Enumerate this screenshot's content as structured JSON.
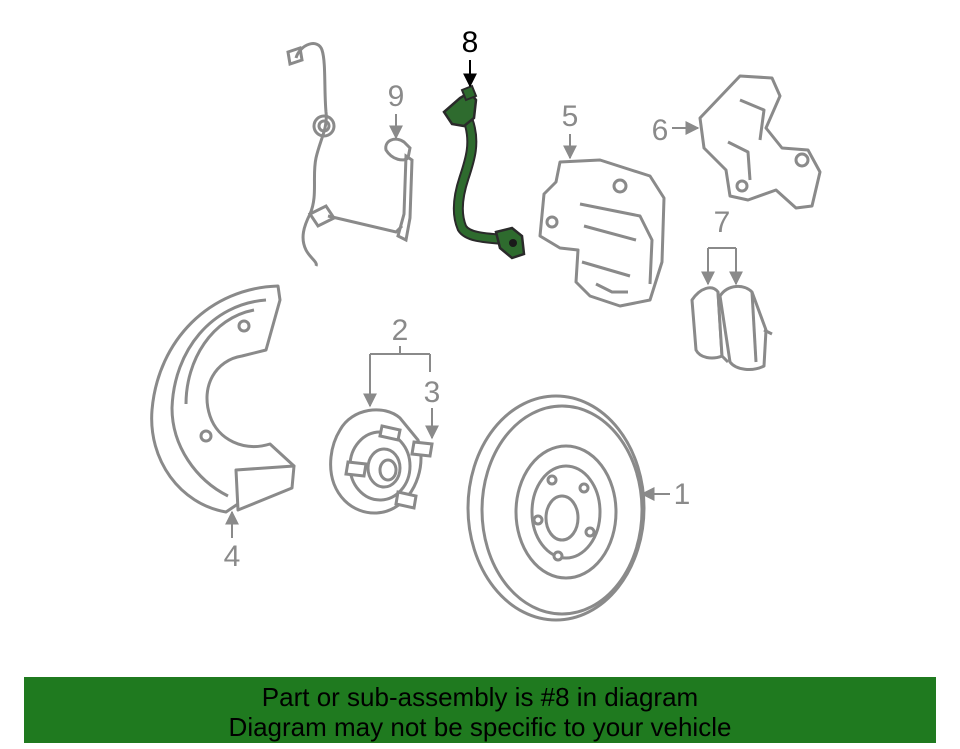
{
  "diagram": {
    "highlight_color": "#2e6b2e",
    "line_color": "#8a8a8a",
    "callouts": [
      {
        "id": "1",
        "label": "1",
        "part": "brake-rotor"
      },
      {
        "id": "2",
        "label": "2",
        "part": "wheel-hub"
      },
      {
        "id": "3",
        "label": "3",
        "part": "wheel-stud"
      },
      {
        "id": "4",
        "label": "4",
        "part": "splash-shield"
      },
      {
        "id": "5",
        "label": "5",
        "part": "brake-caliper"
      },
      {
        "id": "6",
        "label": "6",
        "part": "caliper-bracket"
      },
      {
        "id": "7",
        "label": "7",
        "part": "brake-pads"
      },
      {
        "id": "8",
        "label": "8",
        "part": "brake-hose",
        "highlighted": true
      },
      {
        "id": "9",
        "label": "9",
        "part": "abs-sensor-bracket"
      }
    ]
  },
  "banner": {
    "background": "#1f7a1f",
    "line1": "Part or sub-assembly is #8 in diagram",
    "line2": "Diagram may not be specific to your vehicle"
  }
}
